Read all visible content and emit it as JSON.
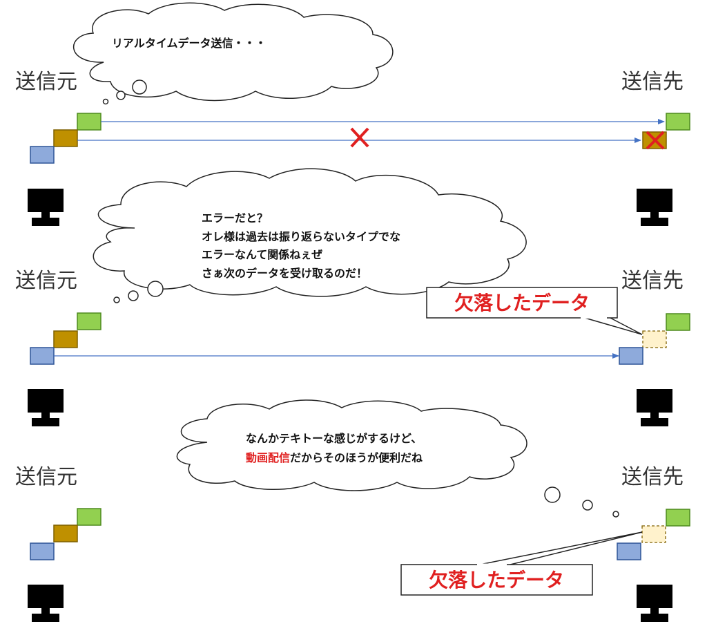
{
  "labels": {
    "sender": "送信元",
    "receiver": "送信先"
  },
  "clouds": {
    "top": {
      "line1": "リアルタイムデータ送信・・・"
    },
    "middle": {
      "line1": "エラーだと？",
      "line2": "オレ様は過去は振り返らないタイプでな",
      "line3": "エラーなんて関係ねぇぜ",
      "line4": "さぁ次のデータを受け取るのだ！"
    },
    "bottom": {
      "line1": "なんかテキトーな感じがするけど、",
      "line2_highlight": "動画配信",
      "line2_rest": "だからそのほうが便利だね"
    }
  },
  "callouts": {
    "missing1": "欠落したデータ",
    "missing2": "欠落したデータ"
  },
  "colors": {
    "packet_green": "#92d050",
    "packet_brown": "#bf9000",
    "packet_blue": "#8eaadb",
    "packet_missing": "#fff2cc",
    "arrow": "#4472c4",
    "error_mark": "#e02020"
  }
}
